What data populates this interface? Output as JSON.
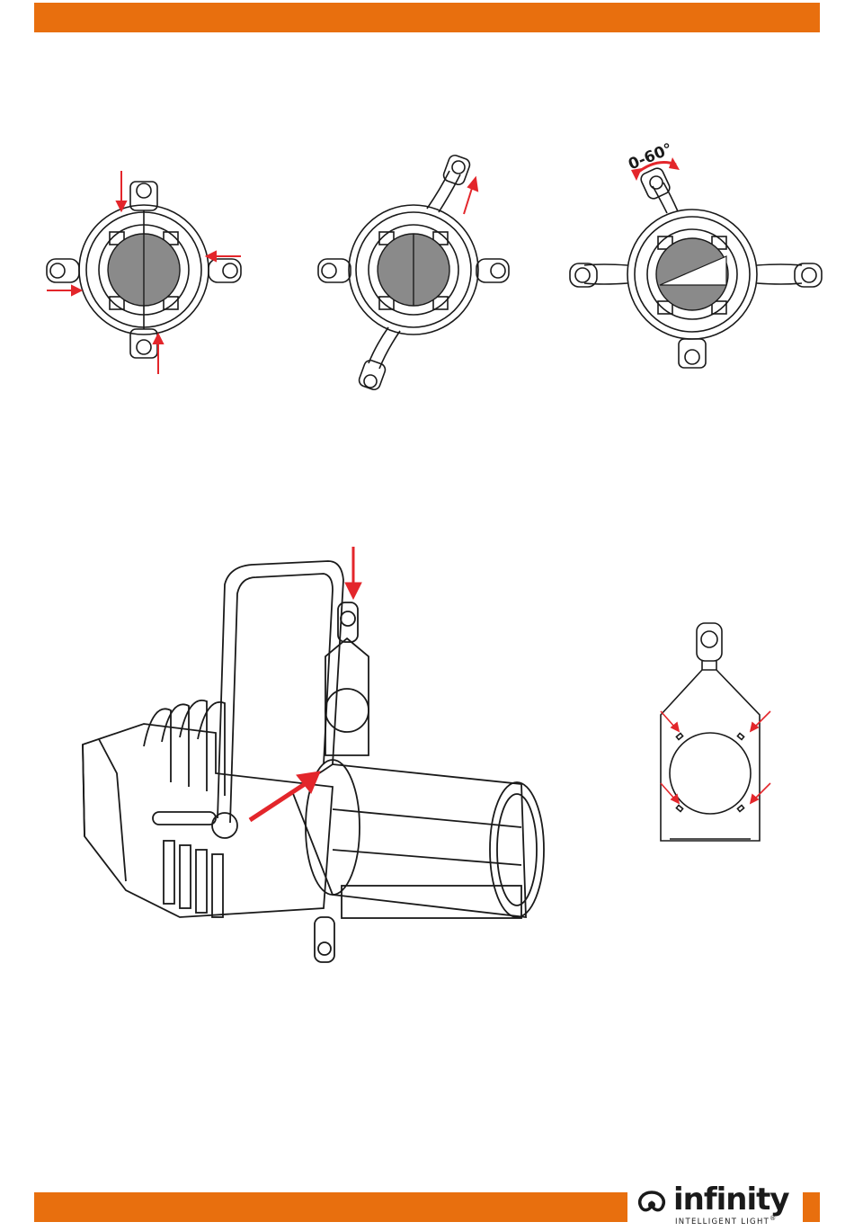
{
  "colors": {
    "accent": "#e86f0e",
    "arrow": "#e3262b",
    "line": "#1a1a1a",
    "gobo_fill": "#8a8a8a"
  },
  "figures": {
    "rotation_label": "0-60°"
  },
  "brand": {
    "name": "infinity",
    "tagline": "INTELLIGENT LIGHT",
    "registered": "®"
  }
}
